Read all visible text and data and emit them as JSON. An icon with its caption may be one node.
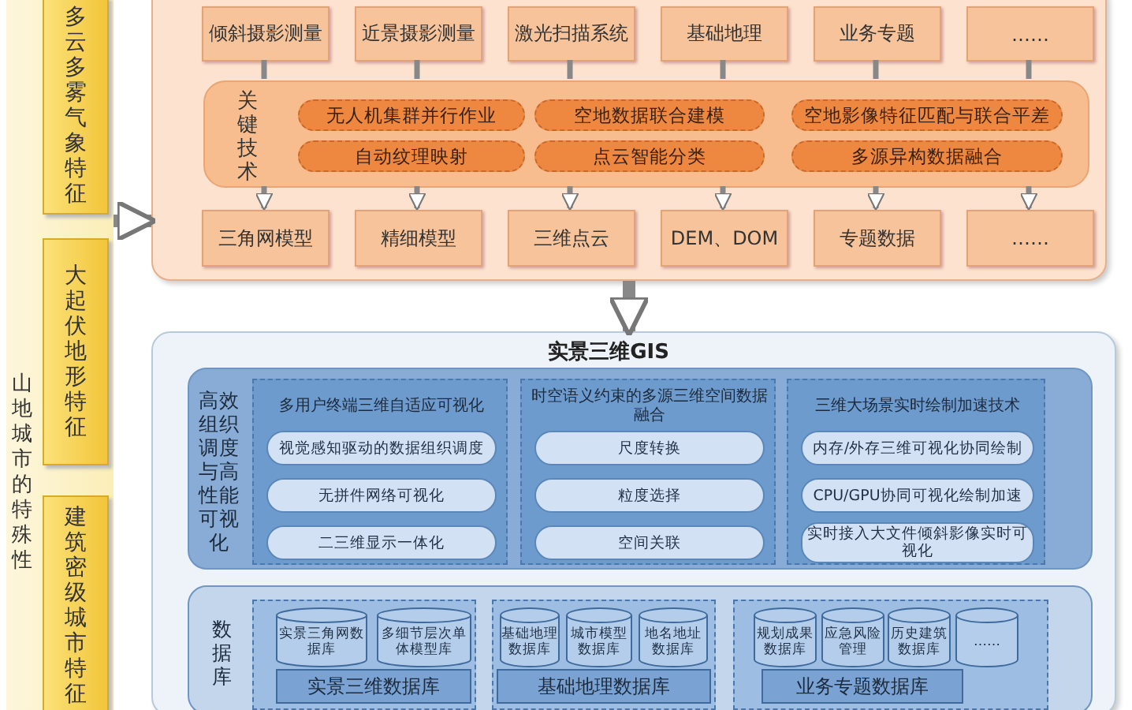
{
  "diagram": {
    "nodes": [
      {
        "text": [
          "山地城市的特殊性"
        ]
      },
      {
        "text": [
          "多云多雾气象特征"
        ],
        "in": 0
      },
      {
        "text": [
          "大起伏地形特征"
        ],
        "in": 0
      },
      {
        "text": [
          "建筑密级城市特征"
        ],
        "in": 0
      },
      {
        "text": [],
        "shape": "box"
      },
      {
        "text": [
          "倾斜摄影测量"
        ],
        "in": 4
      },
      {
        "text": [
          "近景摄影测量"
        ],
        "in": 4
      },
      {
        "text": [
          "激光扫描系统"
        ],
        "in": 4
      },
      {
        "text": [
          "基础地理"
        ],
        "in": 4
      },
      {
        "text": [
          "业务专题"
        ],
        "in": 4
      },
      {
        "text": [
          "……"
        ],
        "in": 4
      },
      {
        "text": [
          "关键技术"
        ],
        "in": 4
      },
      {
        "text": [
          "无人机集群并行作业"
        ],
        "in": 11
      },
      {
        "text": [
          "空地数据联合建模"
        ],
        "in": 11
      },
      {
        "text": [
          "空地影像特征匹配与联合平差"
        ],
        "in": 11
      },
      {
        "text": [
          "自动纹理映射"
        ],
        "in": 11
      },
      {
        "text": [
          "点云智能分类"
        ],
        "in": 11
      },
      {
        "text": [
          "多源异构数据融合"
        ],
        "in": 11
      },
      {
        "text": [
          "三角网模型"
        ],
        "in": 4
      },
      {
        "text": [
          "精细模型"
        ],
        "in": 4
      },
      {
        "text": [
          "三维点云"
        ],
        "in": 4
      },
      {
        "text": [
          "DEM、DOM"
        ],
        "in": 4
      },
      {
        "text": [
          "专题数据"
        ],
        "in": 4
      },
      {
        "text": [
          "……"
        ],
        "in": 4
      },
      {
        "text": [
          "实景三维GIS"
        ]
      },
      {
        "text": [
          "高效组织调度与高性能可视化"
        ],
        "in": 24
      },
      {
        "text": [
          "多用户终端三维自适应可视化"
        ],
        "in": 25
      },
      {
        "text": [
          "视觉感知驱动的数据组织调度"
        ],
        "in": 26
      },
      {
        "text": [
          "无拼件网络可视化"
        ],
        "in": 26
      },
      {
        "text": [
          "二三维显示一体化"
        ],
        "in": 26
      },
      {
        "text": [
          "时空语义约束的多源三维空间数据融合"
        ],
        "in": 25
      },
      {
        "text": [
          "尺度转换"
        ],
        "in": 30
      },
      {
        "text": [
          "粒度选择"
        ],
        "in": 30
      },
      {
        "text": [
          "空间关联"
        ],
        "in": 30
      },
      {
        "text": [
          "三维大场景实时绘制加速技术"
        ],
        "in": 25
      },
      {
        "text": [
          "内存/外存三维可视化协同绘制"
        ],
        "in": 34
      },
      {
        "text": [
          "CPU/GPU协同可视化绘制加速"
        ],
        "in": 34
      },
      {
        "text": [
          "实时接入大文件倾斜影像实时可视化"
        ],
        "in": 34
      },
      {
        "text": [
          "数据库"
        ],
        "in": 24
      },
      {
        "text": [
          "实景三维数据库"
        ],
        "in": 38
      },
      {
        "text": [
          "实景三角网数据库"
        ],
        "in": 39
      },
      {
        "text": [
          "多细节层次单体模型库"
        ],
        "in": 39
      },
      {
        "text": [
          "基础地理数据库"
        ],
        "in": 38
      },
      {
        "text": [
          "基础地理数据库"
        ],
        "in": 42
      },
      {
        "text": [
          "城市模型数据库"
        ],
        "in": 42
      },
      {
        "text": [
          "地名地址数据库"
        ],
        "in": 42
      },
      {
        "text": [
          "业务专题数据库"
        ],
        "in": 38
      },
      {
        "text": [
          "规划成果数据库"
        ],
        "in": 46
      },
      {
        "text": [
          "应急风险管理"
        ],
        "in": 46
      },
      {
        "text": [
          "历史建筑数据库"
        ],
        "in": 46
      },
      {
        "text": [
          "……"
        ],
        "in": 46
      }
    ],
    "edges": [
      {
        "from": 0,
        "to": 4,
        "arrow": "to",
        "style": "thick"
      },
      {
        "from": 5,
        "to": 11,
        "arrow": "none"
      },
      {
        "from": 6,
        "to": 11,
        "arrow": "none"
      },
      {
        "from": 7,
        "to": 11,
        "arrow": "none"
      },
      {
        "from": 8,
        "to": 11,
        "arrow": "none"
      },
      {
        "from": 9,
        "to": 11,
        "arrow": "none"
      },
      {
        "from": 10,
        "to": 11,
        "arrow": "none"
      },
      {
        "from": 11,
        "to": 18,
        "arrow": "to"
      },
      {
        "from": 11,
        "to": 19,
        "arrow": "to"
      },
      {
        "from": 11,
        "to": 20,
        "arrow": "to"
      },
      {
        "from": 11,
        "to": 21,
        "arrow": "to"
      },
      {
        "from": 11,
        "to": 22,
        "arrow": "to"
      },
      {
        "from": 11,
        "to": 23,
        "arrow": "to"
      },
      {
        "from": 4,
        "to": 24,
        "arrow": "to",
        "style": "thick"
      }
    ]
  }
}
